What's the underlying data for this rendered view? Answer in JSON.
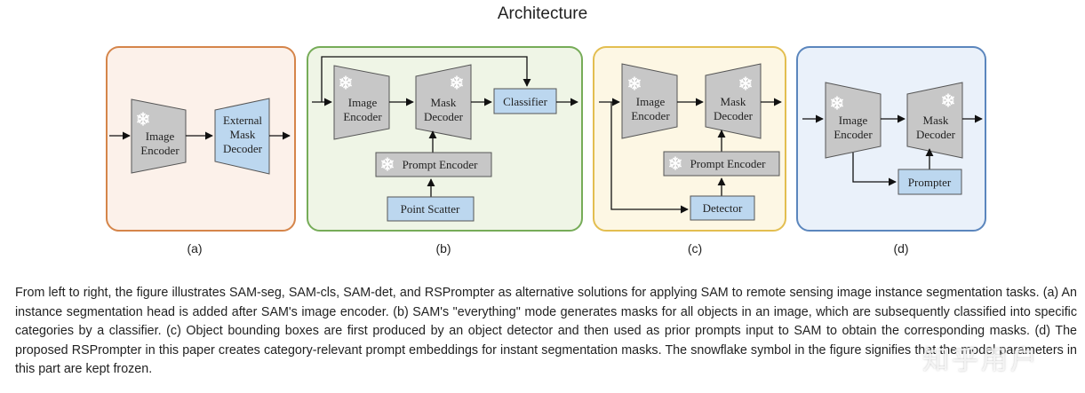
{
  "title": "Architecture",
  "colors": {
    "panel_a_border": "#d5854a",
    "panel_a_fill": "#fcf1ea",
    "panel_b_border": "#76ac58",
    "panel_b_fill": "#eff5e6",
    "panel_c_border": "#e3be50",
    "panel_c_fill": "#fdf7e4",
    "panel_d_border": "#5b86bd",
    "panel_d_fill": "#eaf1fa",
    "frozen_block": "#c7c7c7",
    "trainable_block": "#bcd7ef"
  },
  "icons": {
    "frozen": "snowflake-icon"
  },
  "panels": {
    "a": {
      "label": "(a)",
      "encoder": [
        "Image",
        "Encoder"
      ],
      "decoder": [
        "External",
        "Mask",
        "Decoder"
      ]
    },
    "b": {
      "label": "(b)",
      "encoder": [
        "Image",
        "Encoder"
      ],
      "decoder": [
        "Mask",
        "Decoder"
      ],
      "classifier": "Classifier",
      "prompt_encoder": "Prompt Encoder",
      "point_scatter": "Point Scatter"
    },
    "c": {
      "label": "(c)",
      "encoder": [
        "Image",
        "Encoder"
      ],
      "decoder": [
        "Mask",
        "Decoder"
      ],
      "prompt_encoder": "Prompt Encoder",
      "detector": "Detector"
    },
    "d": {
      "label": "(d)",
      "encoder": [
        "Image",
        "Encoder"
      ],
      "decoder": [
        "Mask",
        "Decoder"
      ],
      "prompter": "Prompter"
    }
  },
  "caption": "From left to right, the figure illustrates SAM-seg, SAM-cls, SAM-det, and RSPrompter as alternative solutions for applying SAM to remote sensing image instance segmentation tasks. (a) An instance segmentation head is added after SAM's image encoder. (b) SAM's \"everything\" mode generates masks for all objects in an image, which are subsequently classified into specific categories by a classifier. (c) Object bounding boxes are first produced by an object detector and then used as prior prompts input to SAM to obtain the corresponding masks. (d) The proposed RSPrompter in this paper creates category-relevant prompt embeddings for instant segmentation masks. The snowflake symbol in the figure signifies that the model parameters in this part are kept frozen.",
  "watermark": "知乎用户"
}
